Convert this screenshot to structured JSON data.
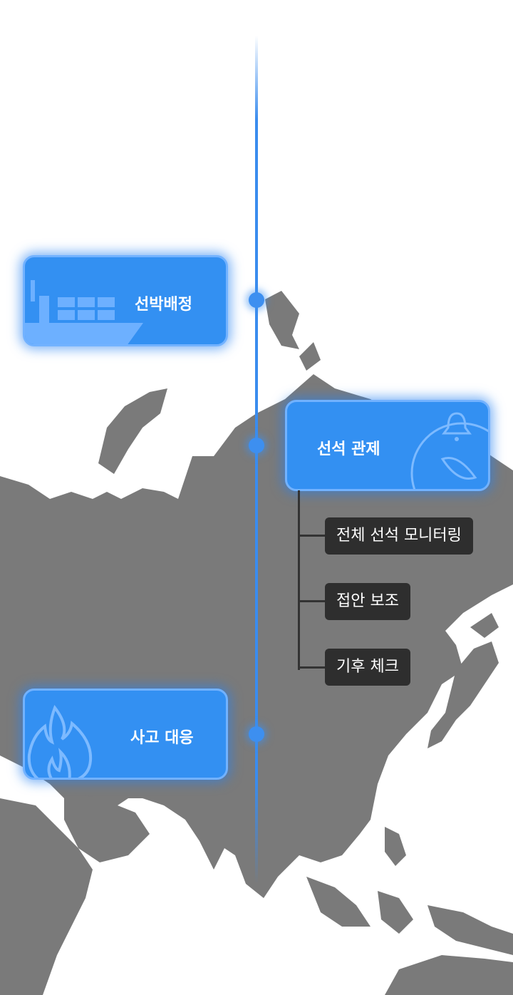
{
  "colors": {
    "accent": "#3390f2",
    "map_land": "#7a7a7a",
    "sub_bg": "#2e2e2e"
  },
  "timeline": {
    "cards": [
      {
        "title": "선박배정",
        "icon": "cargo-ship-icon"
      },
      {
        "title": "선석 관제",
        "icon": "bell-compass-icon"
      },
      {
        "title": "사고 대응",
        "icon": "fire-icon"
      }
    ],
    "sub_items": [
      "전체 선석 모니터링",
      "접안 보조",
      "기후 체크"
    ]
  }
}
